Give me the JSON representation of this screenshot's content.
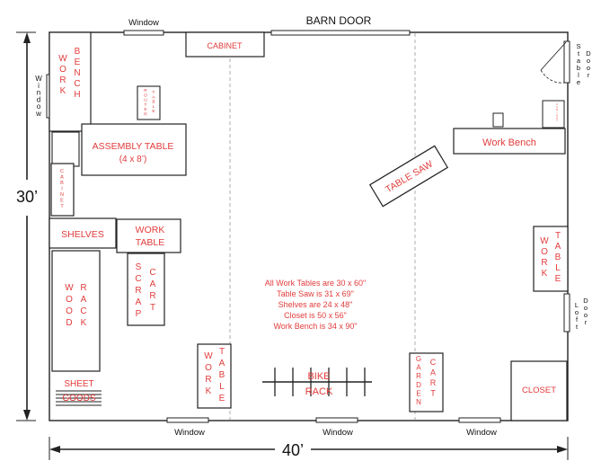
{
  "colors": {
    "line": "#222222",
    "label": "#e23b3b",
    "text": "#111111",
    "dash": "#9a9a9a",
    "fill": "#ffffff"
  },
  "dimensions": {
    "height": "30’",
    "width": "40’"
  },
  "openings": {
    "barn_door": "BARN DOOR",
    "window": "Window",
    "window_vertical": [
      "W",
      "i",
      "n",
      "d",
      "o",
      "w"
    ],
    "stable_door": {
      "col1": [
        "S",
        "t",
        "a",
        "b",
        "l",
        "e"
      ],
      "col2": [
        "D",
        "o",
        "o",
        "r"
      ]
    },
    "loft_door": {
      "col1": [
        "L",
        "o",
        "f",
        "t"
      ],
      "col2": [
        "D",
        "o",
        "o",
        "r"
      ]
    }
  },
  "furniture": {
    "cabinet_top": "CABINET",
    "work_bench_left": {
      "col1": [
        "W",
        "O",
        "R",
        "K"
      ],
      "col2": [
        "B",
        "E",
        "N",
        "C",
        "H"
      ]
    },
    "router_table": {
      "col1": [
        "R",
        "O",
        "U",
        "T",
        "E",
        "R"
      ],
      "col2": [
        "T",
        "A",
        "B",
        "L",
        "E"
      ]
    },
    "assembly_table": {
      "line1": "ASSEMBLY TABLE",
      "line2": "(4 x 8’)"
    },
    "cabinet_left": [
      "C",
      "A",
      "B",
      "I",
      "N",
      "E",
      "T"
    ],
    "shelves": "SHELVES",
    "work_table_left": {
      "line1": "WORK",
      "line2": "TABLE"
    },
    "wood_rack": {
      "col1": [
        "W",
        "O",
        "O",
        "D"
      ],
      "col2": [
        "R",
        "A",
        "C",
        "K"
      ]
    },
    "scrap_cart": {
      "col1": [
        "S",
        "C",
        "R",
        "A",
        "P"
      ],
      "col2": [
        "C",
        "A",
        "R",
        "T"
      ]
    },
    "sheet_goods": "SHEET GOODS",
    "work_table_bottom": {
      "col1": [
        "W",
        "O",
        "R",
        "K"
      ],
      "col2": [
        "T",
        "A",
        "B",
        "L",
        "E"
      ]
    },
    "bike_rack": {
      "line1": "BIKE",
      "line2": "RACK"
    },
    "garden_cart": {
      "col1": [
        "G",
        "A",
        "R",
        "D",
        "E",
        "N"
      ],
      "col2": [
        "C",
        "A",
        "R",
        "T"
      ]
    },
    "closet": "CLOSET",
    "work_table_right": {
      "col1": [
        "W",
        "O",
        "R",
        "K"
      ],
      "col2": [
        "T",
        "A",
        "B",
        "L",
        "E"
      ]
    },
    "work_bench_right": "Work Bench",
    "table_saw": "TABLE SAW",
    "small_cabinet": [
      "C",
      "A",
      "B",
      "I",
      "N",
      "E",
      "T"
    ]
  },
  "notes": [
    "All Work Tables are 30 x 60\"",
    "Table Saw is 31 x 69\"",
    "Shelves are 24 x 48\"",
    "Closet is 50 x 56\"",
    "Work Bench is 34 x 90\""
  ]
}
